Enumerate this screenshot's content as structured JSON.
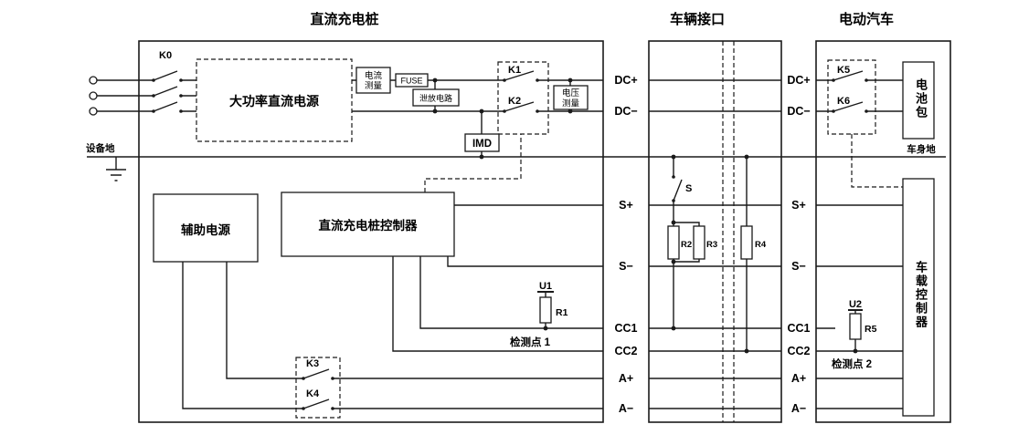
{
  "titles": {
    "pile": "直流充电桩",
    "interface": "车辆接口",
    "vehicle": "电动汽车"
  },
  "pins": [
    "DC+",
    "DC−",
    "S+",
    "S−",
    "CC1",
    "CC2",
    "A+",
    "A−"
  ],
  "pile": {
    "k0": "K0",
    "power_supply": "大功率直流电源",
    "current_measure_1": "电流",
    "current_measure_2": "测量",
    "fuse": "FUSE",
    "discharge_circuit": "泄放电路",
    "k1": "K1",
    "k2": "K2",
    "voltage_measure_1": "电压",
    "voltage_measure_2": "测量",
    "imd": "IMD",
    "equipment_ground": "设备地",
    "aux_power": "辅助电源",
    "controller": "直流充电桩控制器",
    "u1": "U1",
    "r1": "R1",
    "checkpoint_1": "检测点 1",
    "k3": "K3",
    "k4": "K4"
  },
  "interface": {
    "s": "S",
    "r2": "R2",
    "r3": "R3",
    "r4": "R4"
  },
  "vehicle": {
    "k5": "K5",
    "k6": "K6",
    "battery": "电池包",
    "body_ground": "车身地",
    "controller": "车载控制器",
    "u2": "U2",
    "r5": "R5",
    "checkpoint_2": "检测点 2"
  }
}
